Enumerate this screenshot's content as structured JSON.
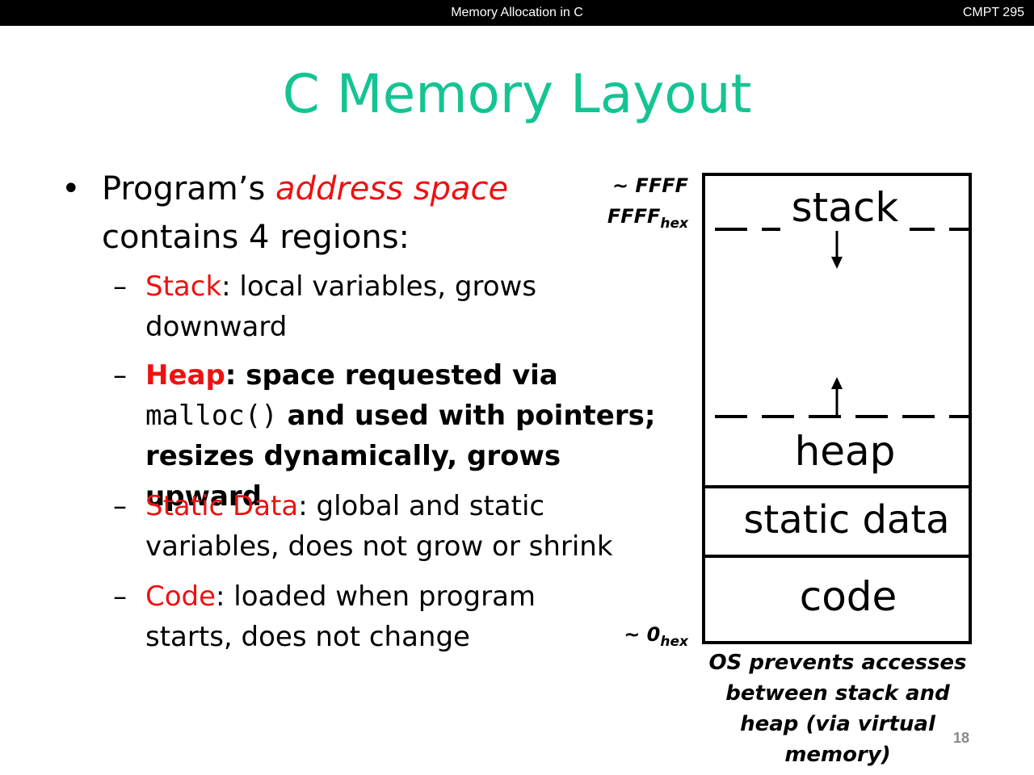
{
  "header": {
    "center_title": "Memory Allocation in C",
    "course": "CMPT 295"
  },
  "slide": {
    "title": "C Memory Layout",
    "bullet_main": {
      "prefix": "Program’s ",
      "emph": "address space",
      "rest": "contains 4 regions:"
    },
    "sub_bullets": [
      {
        "name": "Stack",
        "text": ":  local variables, grows downward"
      },
      {
        "name": "Heap",
        "text_a": ":  space requested via ",
        "code": "malloc()",
        "text_b": " and used with pointers; resizes dynamically, grows upward"
      },
      {
        "name": "Static Data",
        "text": ":  global and static variables, does not grow or shrink"
      },
      {
        "name": "Code",
        "text": ":  loaded when program starts, does not change"
      }
    ],
    "dash": "–",
    "bullet_dot": "•",
    "diagram": {
      "addr_top_line1": "~ FFFF",
      "addr_top_line2": "FFFF",
      "addr_bottom": "~ 0",
      "hex_sub": "hex",
      "regions": {
        "stack": "stack",
        "heap": "heap",
        "static": "static data",
        "code": "code"
      },
      "note": "OS prevents accesses between stack and heap (via virtual memory)"
    },
    "page_number": "18"
  }
}
